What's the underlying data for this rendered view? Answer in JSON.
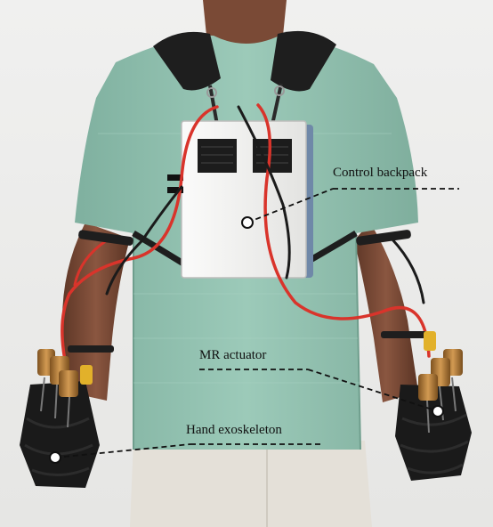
{
  "annotations": {
    "control_backpack": "Control backpack",
    "mr_actuator": "MR actuator",
    "hand_exoskeleton": "Hand exoskeleton"
  },
  "colors": {
    "background": "#ececec",
    "shirt": "#8fbfae",
    "skin": "#7a4a36",
    "backpack_case": "#f4f4f2",
    "cable_red": "#d9342b",
    "strap": "#1e1e1e",
    "actuator_brass": "#b07a3a",
    "pants": "#e4e0d8"
  }
}
